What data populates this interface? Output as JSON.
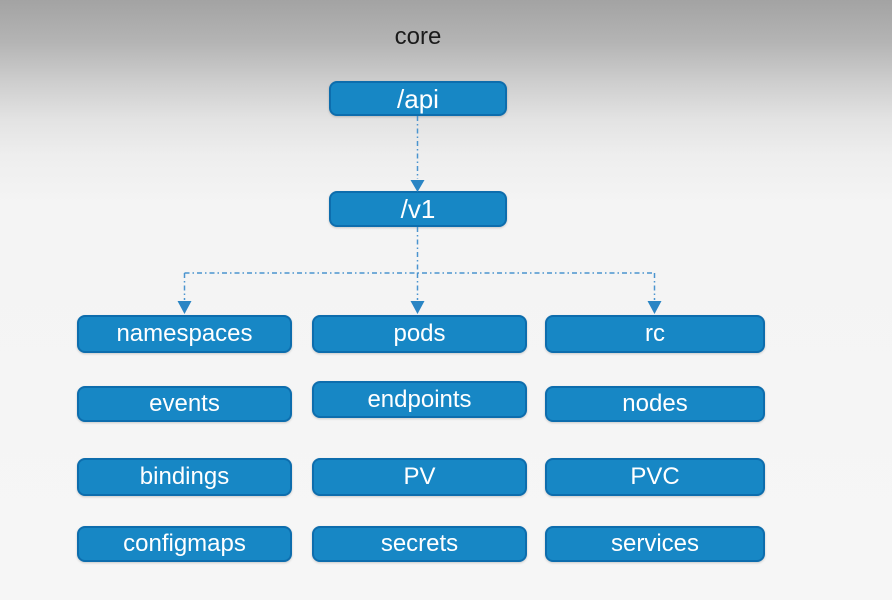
{
  "title": "core",
  "nodes": {
    "api": {
      "label": "/api"
    },
    "v1": {
      "label": "/v1"
    }
  },
  "grid": [
    [
      "namespaces",
      "pods",
      "rc"
    ],
    [
      "events",
      "endpoints",
      "nodes"
    ],
    [
      "bindings",
      "PV",
      "PVC"
    ],
    [
      "configmaps",
      "secrets",
      "services"
    ]
  ],
  "colors": {
    "box_fill": "#1787c5",
    "box_border": "#0d6dad",
    "box_text": "#ffffff",
    "title_text": "#1b1b1b",
    "connector": "#4a94cf",
    "arrowhead": "#2a85c4",
    "bg_top": "#a3a3a3",
    "bg_bottom": "#f6f6f6"
  }
}
